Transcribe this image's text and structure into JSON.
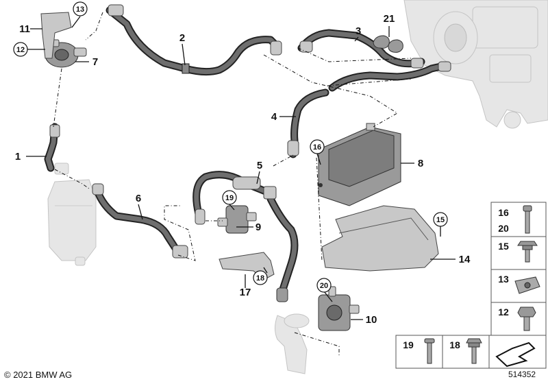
{
  "callouts": {
    "c1": "1",
    "c2": "2",
    "c3": "3",
    "c4": "4",
    "c5": "5",
    "c6": "6",
    "c7": "7",
    "c8": "8",
    "c9": "9",
    "c10": "10",
    "c11": "11",
    "c12": "12",
    "c13": "13",
    "c14": "14",
    "c15": "15",
    "c16": "16",
    "c17": "17",
    "c18": "18",
    "c19": "19",
    "c20": "20",
    "c21": "21"
  },
  "legend": {
    "p16": "16",
    "p20": "20",
    "p15": "15",
    "p13": "13",
    "p12": "12",
    "p19": "19",
    "p18": "18"
  },
  "footer": {
    "copyright": "© 2021 BMW AG",
    "drawing_number": "514352"
  }
}
